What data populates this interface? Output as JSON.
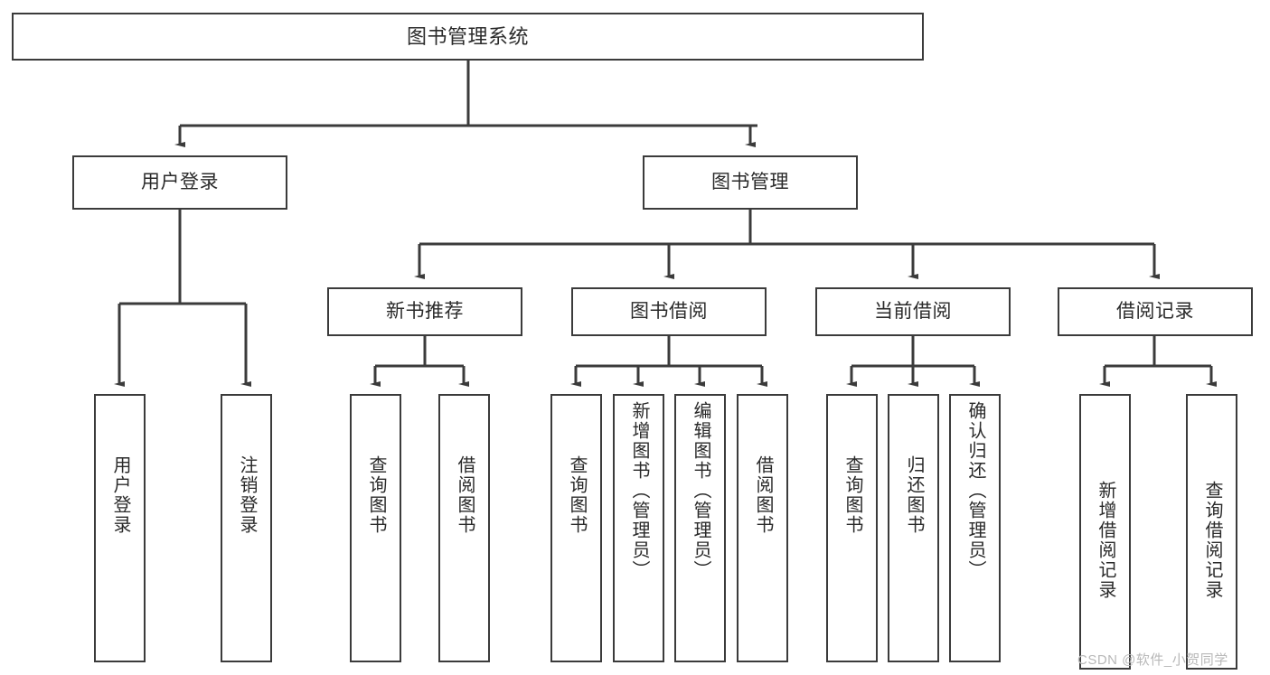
{
  "diagram": {
    "title": "图书管理系统",
    "type": "functional-structure-tree",
    "watermark": "CSDN @软件_小贺同学",
    "colors": {
      "stroke": "#3b3b3b",
      "fill": "#ffffff",
      "text": "#2a2a2a",
      "watermark": "#b8b8b8"
    },
    "levels": {
      "root": "图书管理系统",
      "level2": [
        "用户登录",
        "图书管理"
      ],
      "level3": [
        "新书推荐",
        "图书借阅",
        "当前借阅",
        "借阅记录"
      ]
    },
    "nodes": {
      "root": {
        "label": "图书管理系统"
      },
      "user_login": {
        "label": "用户登录"
      },
      "book_mgmt": {
        "label": "图书管理"
      },
      "new_book_rec": {
        "label": "新书推荐"
      },
      "book_borrow": {
        "label": "图书借阅"
      },
      "current_borrow": {
        "label": "当前借阅"
      },
      "borrow_record": {
        "label": "借阅记录"
      },
      "leaf_user_login": {
        "label": "用户登录"
      },
      "leaf_logout": {
        "label": "注销登录"
      },
      "leaf_query_book_a": {
        "label": "查询图书"
      },
      "leaf_borrow_book_a": {
        "label": "借阅图书"
      },
      "leaf_query_book_b": {
        "label": "查询图书"
      },
      "leaf_add_book": {
        "label": "新增图书（管理员）"
      },
      "leaf_edit_book": {
        "label": "编辑图书（管理员）"
      },
      "leaf_borrow_book_b": {
        "label": "借阅图书"
      },
      "leaf_query_book_c": {
        "label": "查询图书"
      },
      "leaf_return_book": {
        "label": "归还图书"
      },
      "leaf_confirm_return": {
        "label": "确认归还（管理员）"
      },
      "leaf_add_record": {
        "label": "新增借阅记录"
      },
      "leaf_query_record": {
        "label": "查询借阅记录"
      }
    },
    "edges": [
      {
        "from": "root",
        "to": "user_login"
      },
      {
        "from": "root",
        "to": "book_mgmt"
      },
      {
        "from": "user_login",
        "to": "leaf_user_login"
      },
      {
        "from": "user_login",
        "to": "leaf_logout"
      },
      {
        "from": "book_mgmt",
        "to": "new_book_rec"
      },
      {
        "from": "book_mgmt",
        "to": "book_borrow"
      },
      {
        "from": "book_mgmt",
        "to": "current_borrow"
      },
      {
        "from": "book_mgmt",
        "to": "borrow_record"
      },
      {
        "from": "new_book_rec",
        "to": "leaf_query_book_a"
      },
      {
        "from": "new_book_rec",
        "to": "leaf_borrow_book_a"
      },
      {
        "from": "book_borrow",
        "to": "leaf_query_book_b"
      },
      {
        "from": "book_borrow",
        "to": "leaf_add_book"
      },
      {
        "from": "book_borrow",
        "to": "leaf_edit_book"
      },
      {
        "from": "book_borrow",
        "to": "leaf_borrow_book_b"
      },
      {
        "from": "current_borrow",
        "to": "leaf_query_book_c"
      },
      {
        "from": "current_borrow",
        "to": "leaf_return_book"
      },
      {
        "from": "current_borrow",
        "to": "leaf_confirm_return"
      },
      {
        "from": "borrow_record",
        "to": "leaf_add_record"
      },
      {
        "from": "borrow_record",
        "to": "leaf_query_record"
      }
    ]
  }
}
